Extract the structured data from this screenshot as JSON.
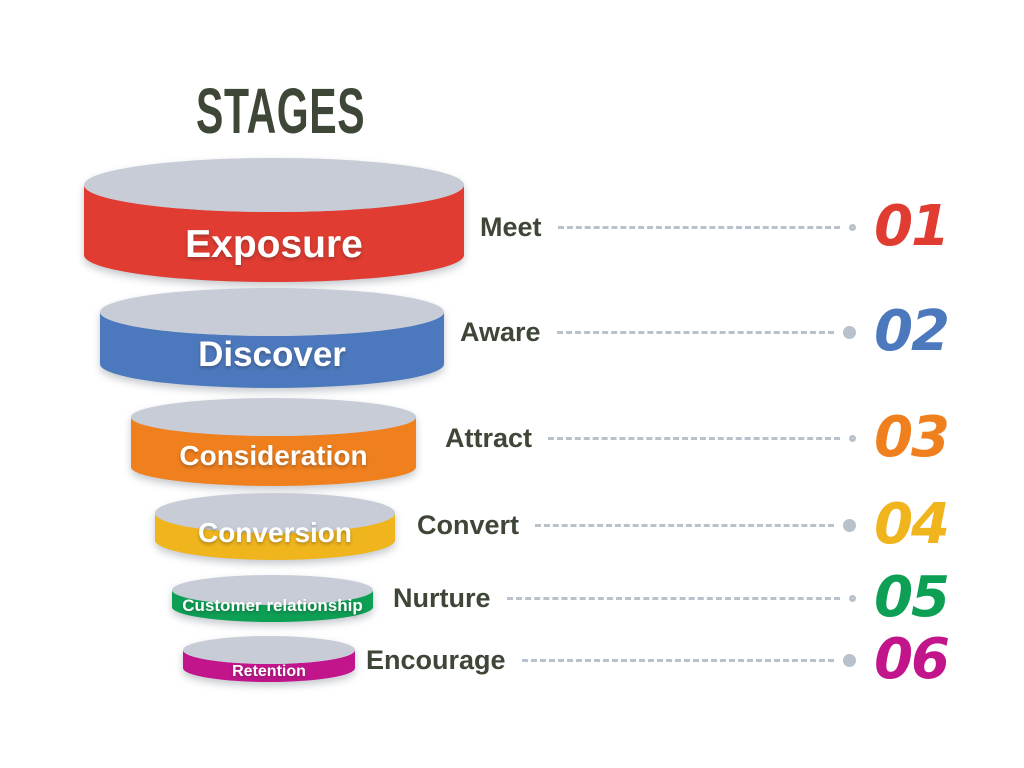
{
  "title": "STAGES",
  "palette": {
    "background": "#ffffff",
    "disk_top": "#c7ccd6",
    "title_text": "#3e4637",
    "label_text": "#3e4637",
    "connector": "#b8c1cc",
    "disk_label_text": "#ffffff"
  },
  "stages": [
    {
      "number": "01",
      "funnel_label": "Exposure",
      "action_label": "Meet",
      "color": "#e03c31",
      "connector_dot": "hollow"
    },
    {
      "number": "02",
      "funnel_label": "Discover",
      "action_label": "Aware",
      "color": "#4c78bd",
      "connector_dot": "filled"
    },
    {
      "number": "03",
      "funnel_label": "Consideration",
      "action_label": "Attract",
      "color": "#f0801e",
      "connector_dot": "hollow"
    },
    {
      "number": "04",
      "funnel_label": "Conversion",
      "action_label": "Convert",
      "color": "#f0b51c",
      "connector_dot": "filled"
    },
    {
      "number": "05",
      "funnel_label": "Customer relationship",
      "action_label": "Nurture",
      "color": "#0da055",
      "connector_dot": "hollow"
    },
    {
      "number": "06",
      "funnel_label": "Retention",
      "action_label": "Encourage",
      "color": "#c2158c",
      "connector_dot": "filled"
    }
  ]
}
